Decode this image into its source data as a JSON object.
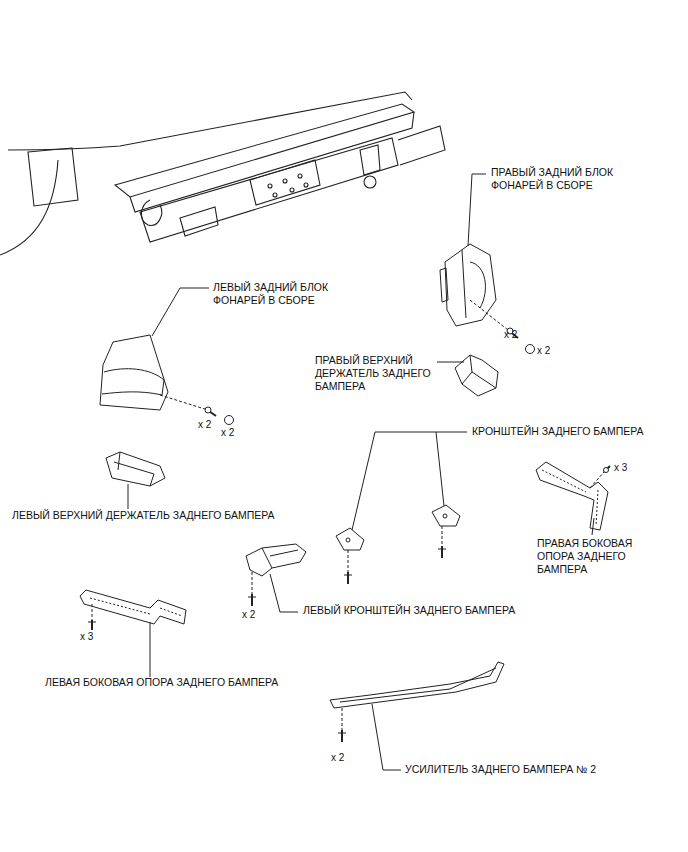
{
  "diagram": {
    "labels": [
      "ПРАВЫЙ ЗАДНИЙ БЛОК ФОНАРЕЙ В СБОРЕ",
      "ЛЕВЫЙ ЗАДНИЙ БЛОК ФОНАРЕЙ В СБОРЕ",
      "x 2",
      "x 2",
      "ПРАВЫЙ ВЕРХНИЙ ДЕРЖАТЕЛЬ ЗАДНЕГО БАМПЕРА",
      "x 2",
      "x 2",
      "КРОНШТЕЙН ЗАДНЕГО БАМПЕРА",
      "x 3",
      "ЛЕВЫЙ ВЕРХНИЙ ДЕРЖАТЕЛЬ ЗАДНЕГО БАМПЕРА",
      "ПРАВАЯ БОКОВАЯ ОПОРА ЗАДНЕГО БАМПЕРА",
      "x 2",
      "ЛЕВЫЙ КРОНШТЕЙН ЗАДНЕГО БАМПЕРА",
      "x 3",
      "ЛЕВАЯ БОКОВАЯ ОПОРА ЗАДНЕГО БАМПЕРА",
      "x 2",
      "УСИЛИТЕЛЬ ЗАДНЕГО БАМПЕРА № 2"
    ]
  }
}
